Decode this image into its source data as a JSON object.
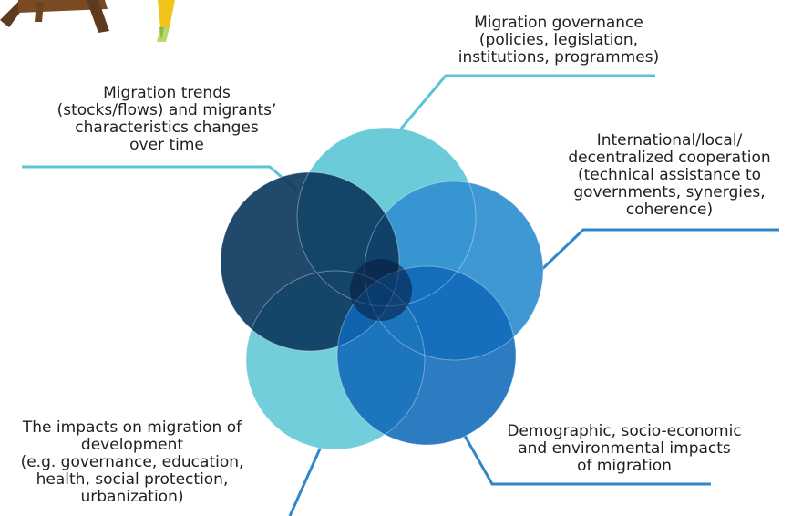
{
  "diagram": {
    "labels": {
      "migration_trends": "Migration trends\n(stocks/flows) and migrants’\ncharacteristics changes\nover time",
      "migration_governance": "Migration governance\n(policies, legislation,\ninstitutions, programmes)",
      "cooperation": "International/local/\ndecentralized cooperation\n(technical assistance to\ngovernments, synergies,\ncoherence)",
      "impacts_of_development": "The impacts on migration of\ndevelopment\n(e.g. governance, education,\nhealth, social protection,\nurbanization)",
      "impacts_of_migration": "Demographic, socio-economic\nand environmental impacts\nof migration"
    },
    "colors": {
      "circle_top": "#6ccbd9",
      "circle_right": "#3592d1",
      "circle_left": "#0d3a60",
      "circle_bottom_right": "#1069b8",
      "circle_bottom_left": "#6ccbd9",
      "connector_teal": "#5cc3d6",
      "connector_blue": "#2f86c8",
      "easel_wood": "#5e3b1e",
      "pencil_yellow": "#f2c419",
      "pencil_green": "#b8d86a"
    }
  }
}
